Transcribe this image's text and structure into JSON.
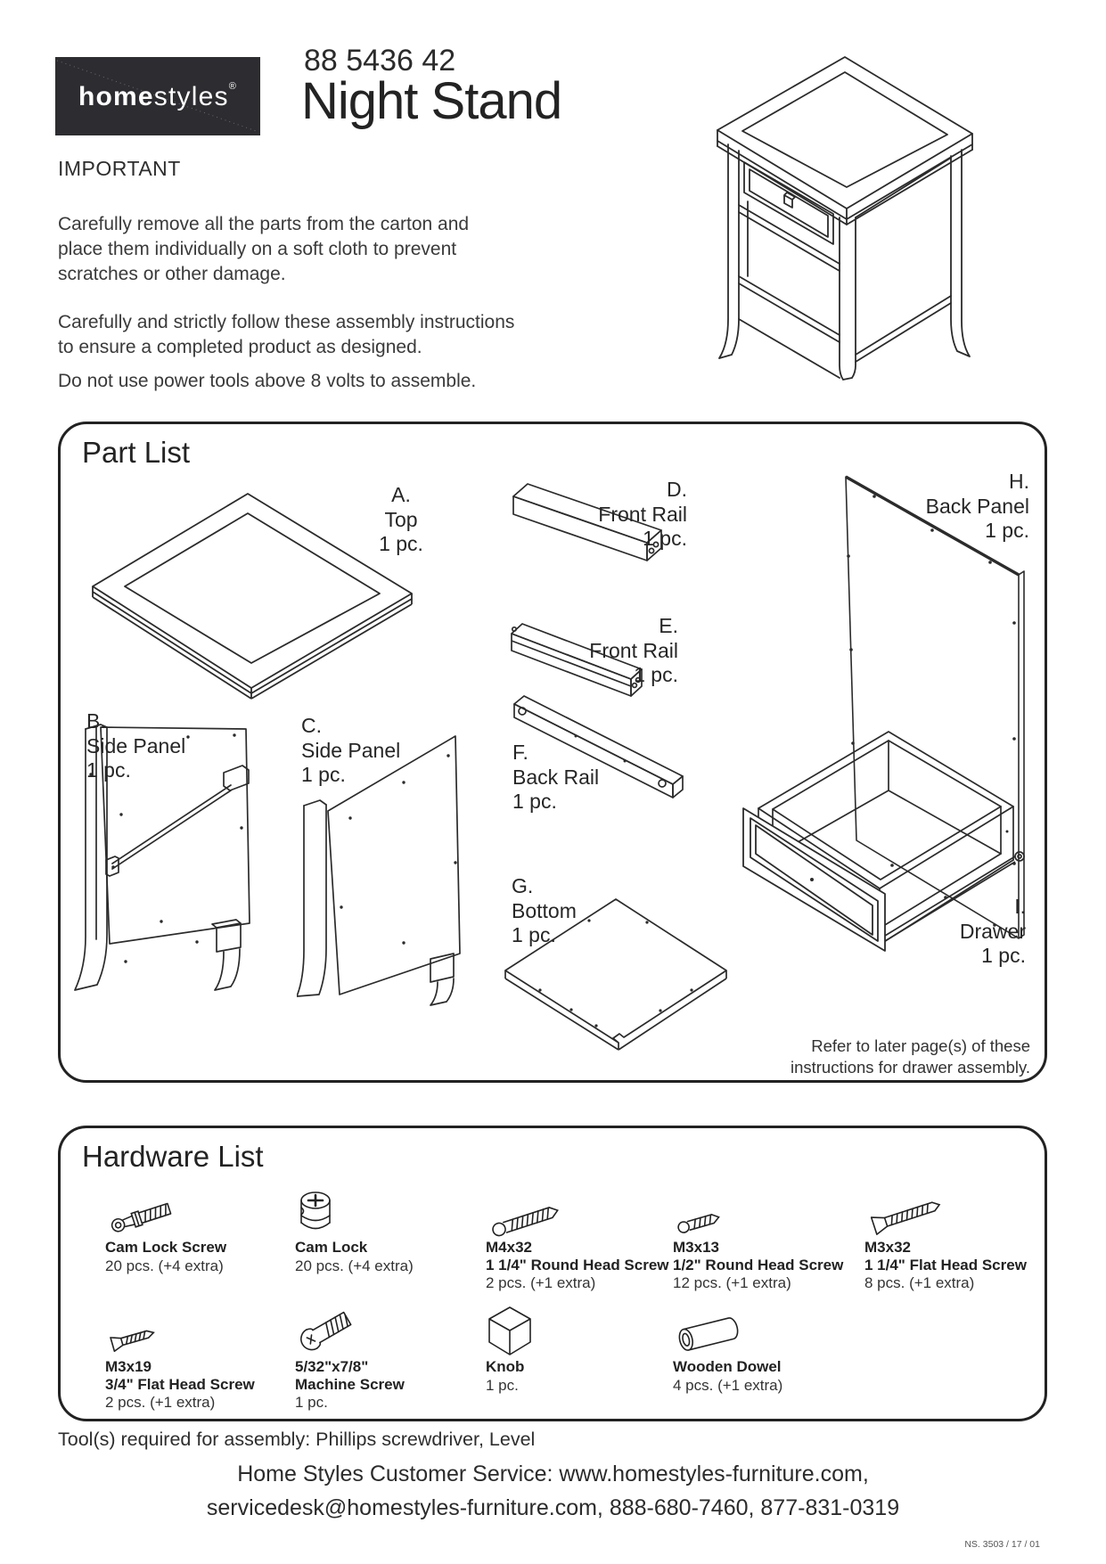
{
  "colors": {
    "ink": "#2b2b2b",
    "logo_bg": "#2d2c30",
    "paper": "#ffffff"
  },
  "header": {
    "brand": {
      "bold": "home",
      "light": "styles",
      "reg": "®"
    },
    "model_number": "88 5436 42",
    "title": "Night Stand"
  },
  "important": {
    "heading": "IMPORTANT",
    "paragraphs": [
      [
        "Carefully remove all the parts from the carton and",
        "place them individually on a soft cloth to prevent",
        "scratches or other damage."
      ],
      [
        "Carefully and strictly follow these assembly instructions",
        "to ensure a completed product as designed."
      ],
      [
        "Do not use power tools above 8 volts to assemble."
      ]
    ]
  },
  "part_list": {
    "title": "Part List",
    "parts": [
      {
        "letter": "A.",
        "name": "Top",
        "qty": "1 pc."
      },
      {
        "letter": "B.",
        "name": "Side Panel",
        "qty": "1 pc."
      },
      {
        "letter": "C.",
        "name": "Side Panel",
        "qty": "1 pc."
      },
      {
        "letter": "D.",
        "name": "Front Rail",
        "qty": "1 pc."
      },
      {
        "letter": "E.",
        "name": "Front Rail",
        "qty": "1 pc."
      },
      {
        "letter": "F.",
        "name": "Back Rail",
        "qty": "1 pc."
      },
      {
        "letter": "G.",
        "name": "Bottom",
        "qty": "1 pc."
      },
      {
        "letter": "H.",
        "name": "Back Panel",
        "qty": "1 pc."
      },
      {
        "letter": "I.",
        "name": "Drawer",
        "qty": "1 pc."
      }
    ],
    "note": [
      "Refer to later page(s) of these",
      "instructions for drawer assembly."
    ]
  },
  "hardware_list": {
    "title": "Hardware List",
    "items": [
      {
        "icon": "cam-lock-screw-icon",
        "name": "Cam Lock Screw",
        "desc": "",
        "qty": "20 pcs. (+4 extra)"
      },
      {
        "icon": "cam-lock-icon",
        "name": "Cam Lock",
        "desc": "",
        "qty": "20 pcs. (+4 extra)"
      },
      {
        "icon": "round-head-screw-long-icon",
        "name": "M4x32",
        "desc": "1 1/4\" Round Head Screw",
        "qty": "2 pcs. (+1 extra)"
      },
      {
        "icon": "round-head-screw-short-icon",
        "name": "M3x13",
        "desc": "1/2\" Round Head Screw",
        "qty": "12 pcs. (+1 extra)"
      },
      {
        "icon": "flat-head-screw-long-icon",
        "name": "M3x32",
        "desc": "1 1/4\" Flat Head Screw",
        "qty": "8 pcs. (+1 extra)"
      },
      {
        "icon": "flat-head-screw-short-icon",
        "name": "M3x19",
        "desc": "3/4\" Flat Head Screw",
        "qty": "2 pcs. (+1 extra)"
      },
      {
        "icon": "machine-screw-icon",
        "name": "5/32\"x7/8\"",
        "desc": "Machine Screw",
        "qty": "1 pc."
      },
      {
        "icon": "knob-icon",
        "name": "Knob",
        "desc": "",
        "qty": "1 pc."
      },
      {
        "icon": "wooden-dowel-icon",
        "name": "Wooden Dowel",
        "desc": "",
        "qty": "4 pcs. (+1 extra)"
      }
    ]
  },
  "footer": {
    "tools": "Tool(s) required for assembly: Phillips screwdriver, Level",
    "service_line1": "Home Styles Customer Service: www.homestyles-furniture.com,",
    "service_line2": "servicedesk@homestyles-furniture.com, 888-680-7460, 877-831-0319",
    "doc_code": "NS. 3503 / 17 / 01"
  }
}
